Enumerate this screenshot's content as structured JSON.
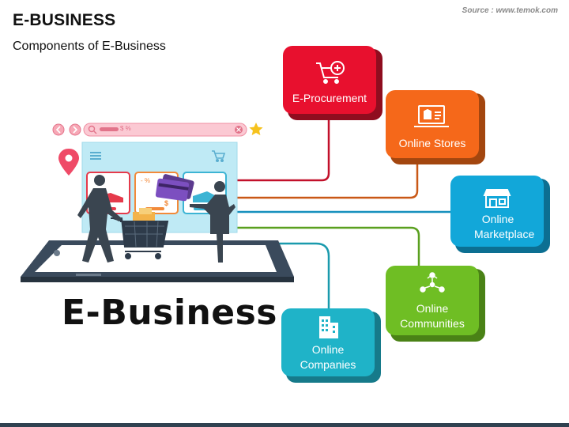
{
  "header": {
    "title": "E-BUSINESS",
    "subtitle": "Components of E-Business",
    "source": "Source : www.temok.com"
  },
  "illustration": {
    "label": "E-Business",
    "search_text": "$ %",
    "price_tag": "$",
    "discount_tag": "- %"
  },
  "components": [
    {
      "id": "procurement",
      "label": "E-Procurement",
      "icon": "cart-plus-icon",
      "color": "#e8102e",
      "shadow": "#8f0d1f"
    },
    {
      "id": "stores",
      "label": "Online Stores",
      "icon": "laptop-shirt-icon",
      "color": "#f5681a",
      "shadow": "#a3460f"
    },
    {
      "id": "marketplace",
      "label": "Online Marketplace",
      "icon": "storefront-icon",
      "color": "#12a7d9",
      "shadow": "#0c6f92"
    },
    {
      "id": "communities",
      "label": "Online Communities",
      "icon": "community-network-icon",
      "color": "#6fbe24",
      "shadow": "#4a8216"
    },
    {
      "id": "companies",
      "label": "Online Companies",
      "icon": "office-building-icon",
      "color": "#1fb3c8",
      "shadow": "#167a8a"
    }
  ]
}
